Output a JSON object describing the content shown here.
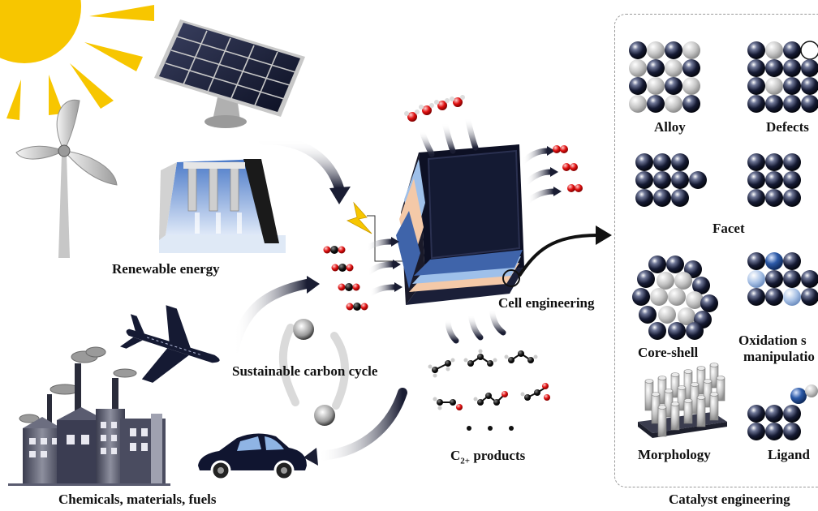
{
  "labels": {
    "renewable": "Renewable energy",
    "carbon_cycle": "Sustainable carbon cycle",
    "chemicals": "Chemicals, materials, fuels",
    "cell_engineering": "Cell engineering",
    "c2_prefix": "C",
    "c2_sub": "2+",
    "c2_suffix": " products",
    "catalyst_engineering": "Catalyst engineering"
  },
  "catalyst_panel": {
    "alloy": "Alloy",
    "defects": "Defects",
    "facet": "Facet",
    "core_shell": "Core-shell",
    "oxidation_line1": "Oxidation s",
    "oxidation_line2": "manipulatio",
    "morphology": "Morphology",
    "ligand": "Ligand"
  },
  "colors": {
    "atom_dark": "#141a33",
    "atom_light": "#c8c8c8",
    "atom_blue": "#2c5aa8",
    "atom_lightblue": "#a9c2e6",
    "sun": "#f7c600",
    "oxygen": "#e01010",
    "carbon": "#111111",
    "cell_face": "#141a33"
  }
}
